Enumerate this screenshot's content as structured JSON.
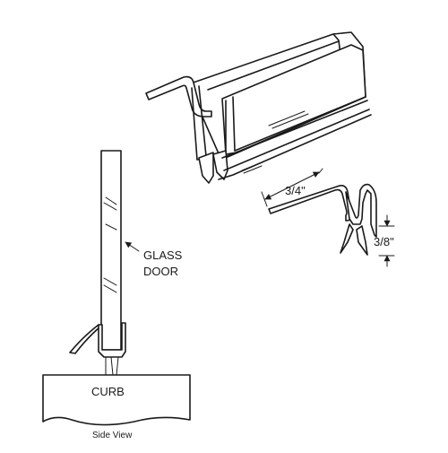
{
  "labels": {
    "glass_door_line1": "GLASS",
    "glass_door_line2": "DOOR",
    "curb": "CURB",
    "side_view": "Side View",
    "dim_width": "3/4\"",
    "dim_height": "3/8\""
  },
  "icons": {
    "arrow": "arrow-icon"
  },
  "colors": {
    "line": "#1a1a1a",
    "background": "#ffffff"
  }
}
